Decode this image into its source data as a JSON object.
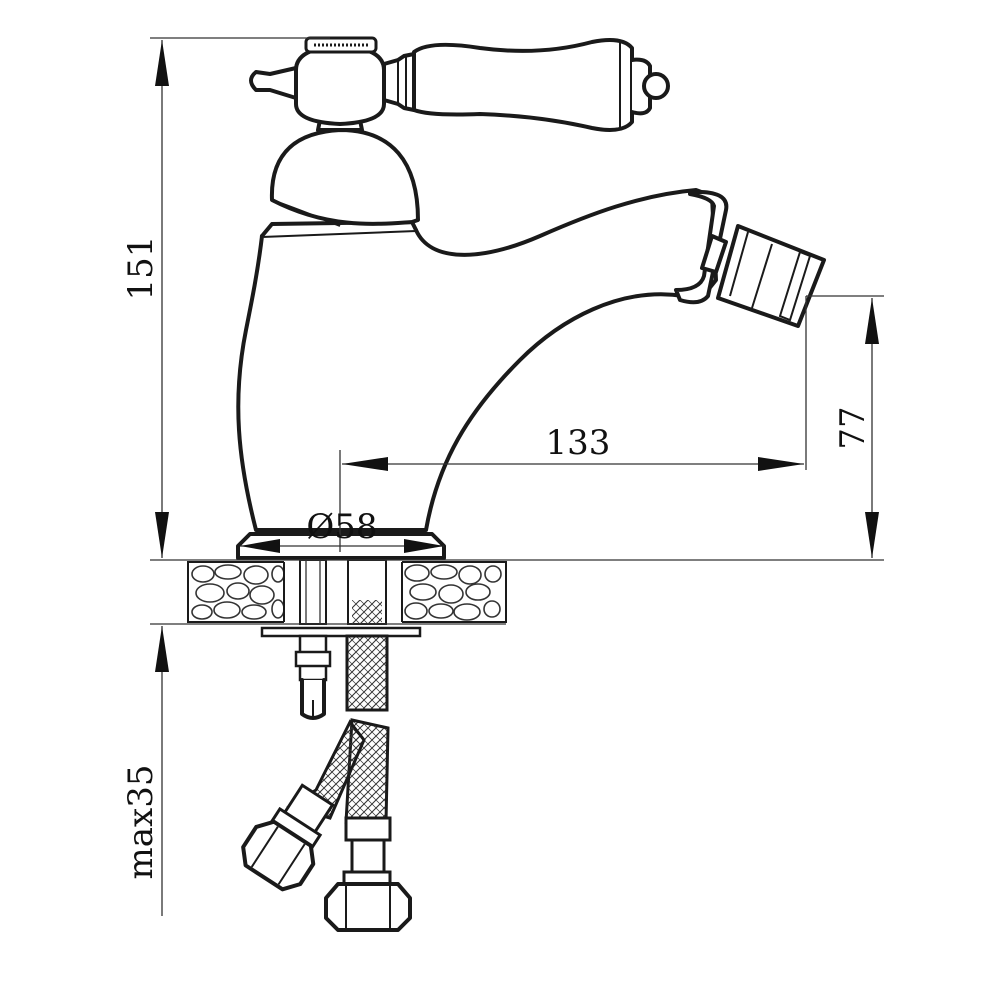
{
  "dimensions": {
    "height_total": "151",
    "spout_height": "77",
    "spout_reach": "133",
    "base_diameter": "Ø58",
    "max_thickness": "max35"
  }
}
